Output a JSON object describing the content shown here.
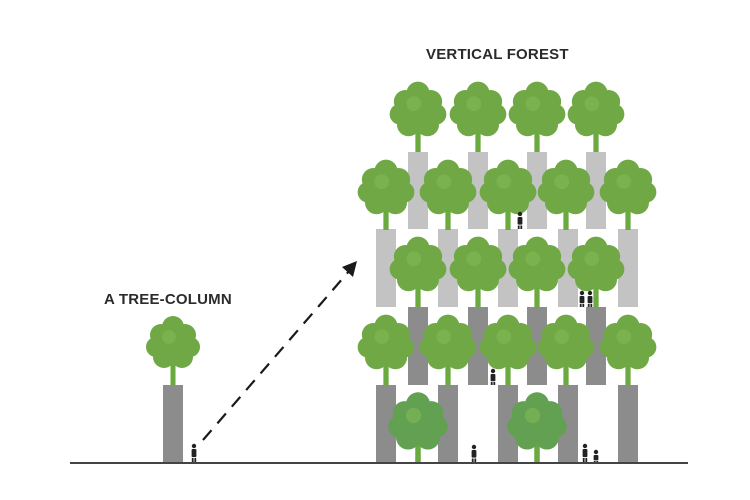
{
  "labels": {
    "vertical_forest": "VERTICAL FOREST",
    "tree_column": "A TREE-COLUMN"
  },
  "colors": {
    "foliage": "#6fa845",
    "foliage_highlight": "#84bb55",
    "foliage_deep": "#62a052",
    "trunk": "#6aaa3e",
    "column_dark": "#8c8c8c",
    "column_light": "#c3c3c3",
    "ground": "#444444",
    "arrow": "#1a1a1a",
    "person": "#222222"
  },
  "icons": {
    "tree": "tree-icon",
    "person": "person-icon",
    "arrow": "dashed-arrow"
  }
}
